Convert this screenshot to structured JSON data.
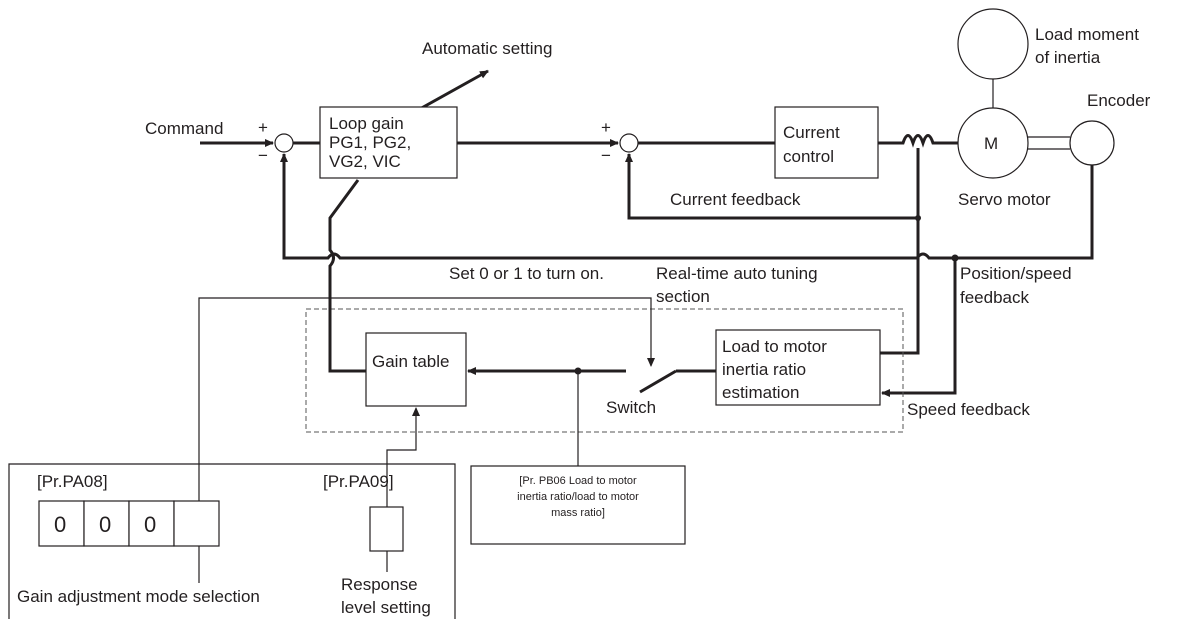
{
  "labels": {
    "automatic_setting": "Automatic setting",
    "load_moment_line1": "Load moment",
    "load_moment_line2": "of inertia",
    "encoder": "Encoder",
    "command": "Command",
    "plus": "+",
    "minus": "−",
    "loop_gain_line1": "Loop gain",
    "loop_gain_line2": "PG1,  PG2,",
    "loop_gain_line3": "VG2,  VIC",
    "current_control_line1": "Current",
    "current_control_line2": "control",
    "motor_symbol": "M",
    "current_feedback": "Current feedback",
    "servo_motor": "Servo motor",
    "set_0_or_1": "Set 0 or 1 to turn on.",
    "rt_tuning_line1": "Real-time auto tuning",
    "rt_tuning_line2": "section",
    "position_speed_line1": "Position/speed",
    "position_speed_line2": "feedback",
    "gain_table": "Gain table",
    "estimation_line1": "Load to motor",
    "estimation_line2": "inertia ratio",
    "estimation_line3": "estimation",
    "switch": "Switch",
    "speed_feedback": "Speed feedback",
    "pa08": "[Pr.PA08]",
    "pa09": "[Pr.PA09]",
    "pb06_line1": "[Pr. PB06 Load to motor",
    "pb06_line2": "inertia ratio/load to motor",
    "pb06_line3": "mass ratio]",
    "digits": [
      "0",
      "0",
      "0",
      ""
    ],
    "gain_mode_selection": "Gain adjustment mode selection",
    "response_line1": "Response",
    "response_line2": "level setting"
  }
}
